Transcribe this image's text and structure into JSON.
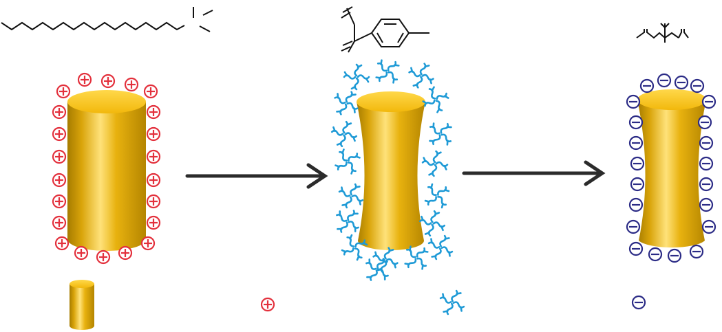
{
  "diagram": {
    "stages": [
      {
        "name": "gold-nanorod-ctab",
        "surface_charge": "positive",
        "shape": "cylinder"
      },
      {
        "name": "gold-nanorod-polystyrene",
        "surface_charge": "polymer-coated",
        "shape": "concave-rod"
      },
      {
        "name": "gold-nanorod-anionic",
        "surface_charge": "negative",
        "shape": "concave-rod"
      }
    ],
    "legend": [
      {
        "icon": "gold-nanorod-icon"
      },
      {
        "icon": "positive-charge-icon"
      },
      {
        "icon": "polymer-coil-icon"
      },
      {
        "icon": "negative-charge-icon"
      }
    ],
    "colors": {
      "gold_dark": "#a67c00",
      "gold_mid": "#e8b20f",
      "gold_light": "#ffe27a",
      "gold_top": "#f9c51a",
      "positive": "#e3303c",
      "negative": "#2b2b86",
      "polymer": "#1e9ad6",
      "arrow": "#2b2b2b",
      "structure": "#111111"
    }
  }
}
